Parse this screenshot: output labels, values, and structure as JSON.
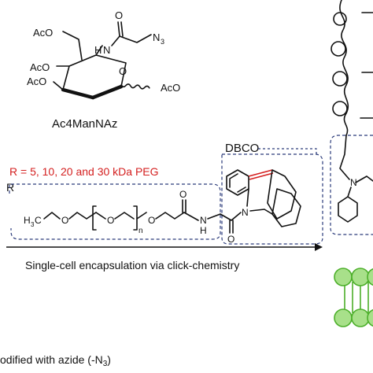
{
  "molecule": {
    "name": "Ac4ManNAz",
    "ac_top": "AcO",
    "ac_left_mid": "AcO",
    "ac_left_low": "AcO",
    "ac_right": "AcO",
    "ring_o": "O",
    "nh": "N",
    "nh_h": "H",
    "carbonyl_o": "O",
    "azide_n": "N",
    "azide_sub": "3"
  },
  "peg": {
    "r_values": "R = 5, 10, 20 and 30 kDa PEG",
    "r_label": "R",
    "h3c": "H",
    "h3c_sub": "3",
    "h3c_c": "C",
    "o1": "O",
    "o2": "O",
    "o3": "O",
    "n_label": "n",
    "carbonyl_o": "O",
    "amide_n": "N",
    "amide_h": "H",
    "amide2_o": "O",
    "dbco_n": "N"
  },
  "dbco": {
    "label": "DBCO"
  },
  "process": {
    "label": "Single-cell encapsulation via click-chemistry"
  },
  "caption": {
    "text": "odified with azide (-N",
    "sub": "3",
    "end": ")"
  },
  "right": {
    "n_label": "N"
  },
  "colors": {
    "accent_red": "#d42020",
    "box_blue": "#2a3a7a",
    "bead_green": "#a8e08a"
  }
}
